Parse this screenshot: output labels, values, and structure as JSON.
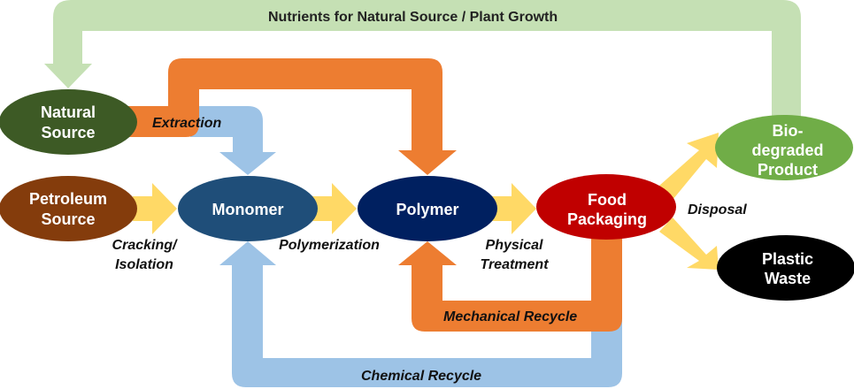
{
  "colors": {
    "nutrient_loop": "#c5e0b4",
    "orange_flow": "#ed7d31",
    "blue_flow": "#9dc3e6",
    "yellow_flow": "#ffd966"
  },
  "nodes": {
    "natural_source": {
      "lines": [
        "Natural",
        "Source"
      ],
      "color": "#3d5a25"
    },
    "petroleum_source": {
      "lines": [
        "Petroleum",
        "Source"
      ],
      "color": "#843c0c"
    },
    "monomer": {
      "lines": [
        "Monomer"
      ],
      "color": "#1f4e79"
    },
    "polymer": {
      "lines": [
        "Polymer"
      ],
      "color": "#002060"
    },
    "food_packaging": {
      "lines": [
        "Food",
        "Packaging"
      ],
      "color": "#c00000"
    },
    "biodegraded_product": {
      "lines": [
        "Bio-",
        "degraded",
        "Product"
      ],
      "color": "#70ad47"
    },
    "plastic_waste": {
      "lines": [
        "Plastic",
        "Waste"
      ],
      "color": "#000000"
    }
  },
  "labels": {
    "nutrients": "Nutrients for Natural Source / Plant Growth",
    "extraction": "Extraction",
    "cracking_1": "Cracking/",
    "cracking_2": "Isolation",
    "polymerization": "Polymerization",
    "physical_1": "Physical",
    "physical_2": "Treatment",
    "disposal": "Disposal",
    "mechanical_recycle": "Mechanical Recycle",
    "chemical_recycle": "Chemical Recycle"
  }
}
